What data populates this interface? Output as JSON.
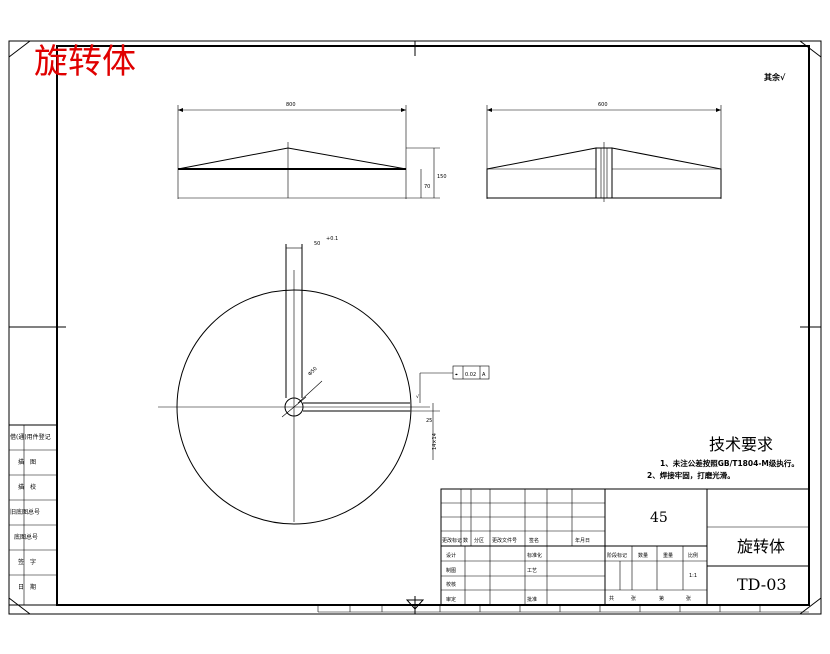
{
  "stamp": {
    "text": "旋转体"
  },
  "corner_note": "其余√",
  "front_view": {
    "dim_width": "800",
    "dim_height_outer": "150",
    "dim_height_inner": "70"
  },
  "section_view": {
    "dim_width": "600"
  },
  "plan_view": {
    "hole_width": "50",
    "hole_tol": "+0.1",
    "hole_dia": "Φ50",
    "gdt_symbol": "⌖",
    "gdt_value": "0.02",
    "gdt_datum": "A",
    "roughness_mark": "√",
    "offset_dim": "25",
    "hole_spacing": "14×14"
  },
  "tech_req": {
    "heading": "技术要求",
    "lines": [
      "1、未注公差按照GB/T1804-M级执行。",
      "2、焊接牢固，打磨光滑。"
    ]
  },
  "left_strip": {
    "labels": [
      "借(通)用件登记",
      "描　图",
      "描　校",
      "旧底图总号",
      "底图总号",
      "签　字",
      "日　期"
    ]
  },
  "title_block": {
    "material": "45",
    "part_name": "旋转体",
    "drawing_no": "TD-03",
    "revision_headers": [
      "更改标记",
      "数",
      "分区",
      "更改文件号",
      "签名",
      "年月日"
    ],
    "signature_rows": [
      "设计",
      "制图",
      "校核",
      "审定"
    ],
    "mid_labels": [
      "标准化",
      "工艺",
      "批准"
    ],
    "stage_headers": [
      "阶段标记",
      "数量",
      "重量",
      "比例"
    ],
    "scale": "1:1",
    "sheet_line": [
      "共",
      "张",
      "第",
      "张"
    ]
  }
}
